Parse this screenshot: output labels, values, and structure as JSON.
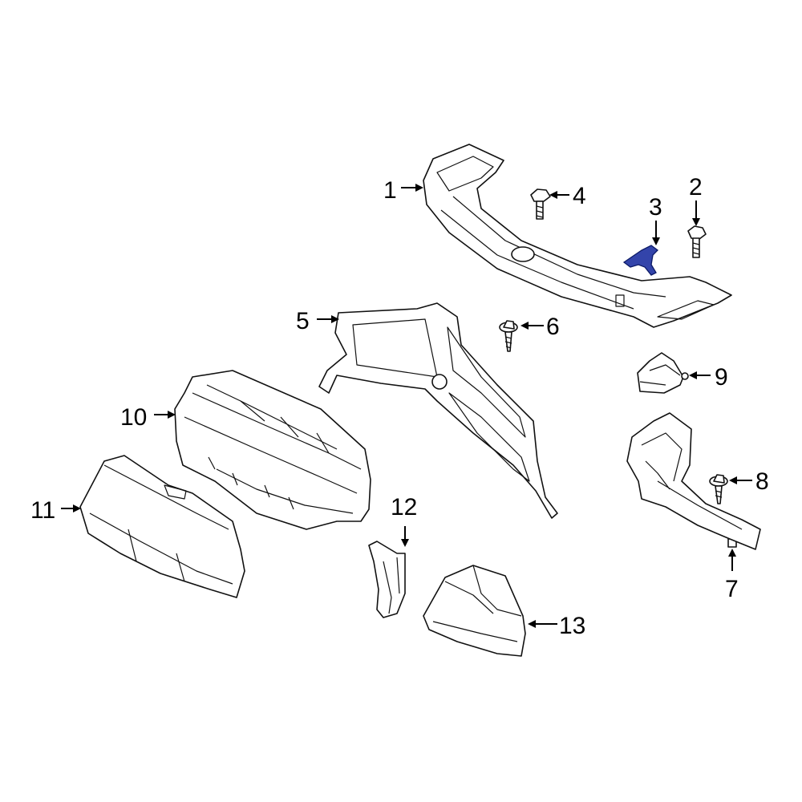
{
  "diagram": {
    "highlight_color": "#3344aa",
    "callouts": [
      {
        "id": "1",
        "label": "1"
      },
      {
        "id": "2",
        "label": "2"
      },
      {
        "id": "3",
        "label": "3"
      },
      {
        "id": "4",
        "label": "4"
      },
      {
        "id": "5",
        "label": "5"
      },
      {
        "id": "6",
        "label": "6"
      },
      {
        "id": "7",
        "label": "7"
      },
      {
        "id": "8",
        "label": "8"
      },
      {
        "id": "9",
        "label": "9"
      },
      {
        "id": "10",
        "label": "10"
      },
      {
        "id": "11",
        "label": "11"
      },
      {
        "id": "12",
        "label": "12"
      },
      {
        "id": "13",
        "label": "13"
      }
    ]
  }
}
